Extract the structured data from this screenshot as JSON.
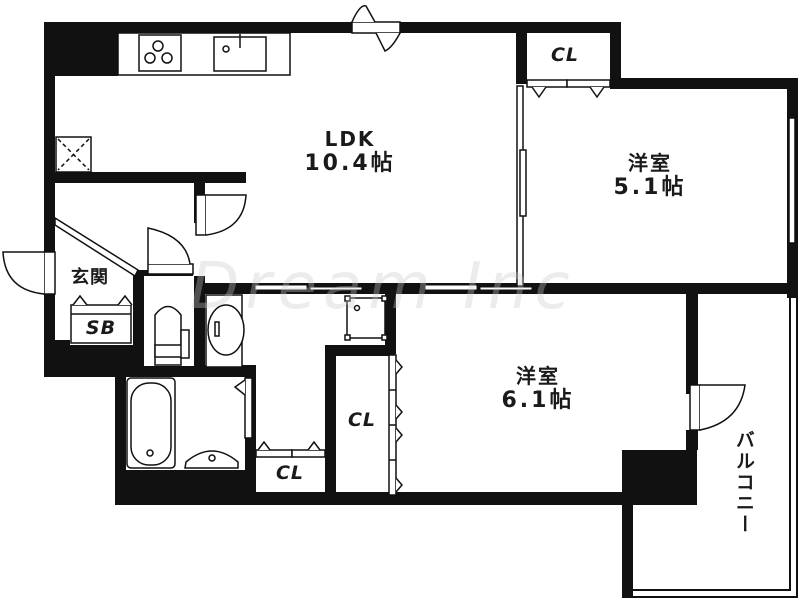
{
  "plan": {
    "wall_color": "#111111",
    "background": "#ffffff",
    "watermark": "Dream Inc"
  },
  "rooms": {
    "ldk": {
      "name": "LDK",
      "size": "10.4帖"
    },
    "western_1": {
      "name": "洋室",
      "size": "5.1帖"
    },
    "western_2": {
      "name": "洋室",
      "size": "6.1帖"
    },
    "entrance": {
      "name": "玄関"
    },
    "shoe_box": {
      "name": "SB"
    },
    "closet_top": {
      "name": "CL"
    },
    "closet_middle": {
      "name": "CL"
    },
    "closet_bottom": {
      "name": "CL"
    },
    "balcony": {
      "name": "バルコニー"
    }
  },
  "fixtures": {
    "kitchen_stove": "gas-stove-icon",
    "kitchen_sink": "sink-icon",
    "fridge_space": "refrigerator-space-icon",
    "toilet": "toilet-icon",
    "washbasin": "washbasin-icon",
    "bathtub": "bathtub-icon",
    "washer_space": "washing-machine-space-icon"
  }
}
